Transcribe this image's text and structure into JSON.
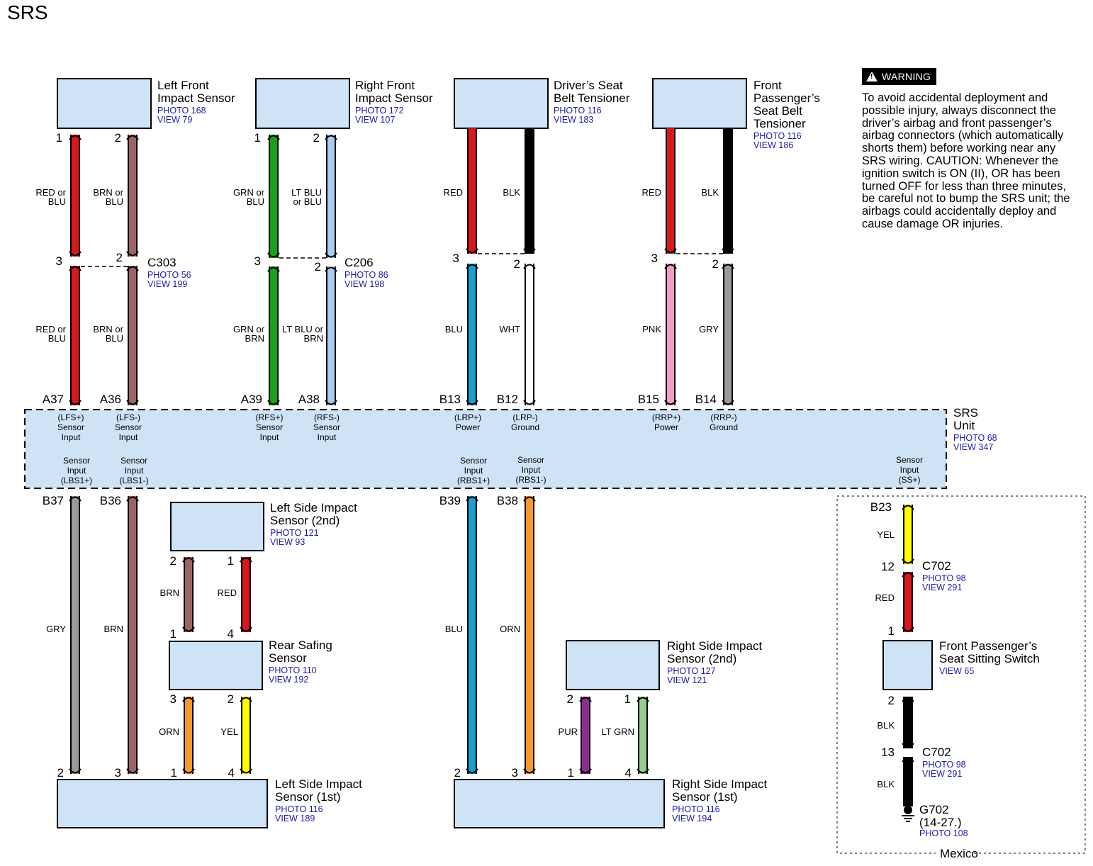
{
  "title": "SRS",
  "warning": {
    "badge": "WARNING",
    "text": "To avoid accidental deployment and possible injury, always disconnect the driver’s airbag and front passenger’s airbag connectors (which automatically shorts them) before working near any SRS wiring. CAUTION: Whenever the ignition switch is ON (II), OR has been turned OFF for less than three minutes, be careful not to bump the SRS unit; the airbags could accidentally deploy and cause damage OR injuries."
  },
  "colors": {
    "box_fill": "#cfe3f6",
    "ref_text": "#1a1aa8",
    "RED": "#d7191c",
    "BRN": "#9c6464",
    "GRN": "#19a019",
    "LT_BLU": "#a8cdf0",
    "BLK": "#000000",
    "BLU": "#1e9fcf",
    "WHT": "#ffffff",
    "PNK": "#f49ac8",
    "GRY": "#9a9a9a",
    "ORN": "#f7982e",
    "YEL": "#ffff00",
    "PUR": "#8b2c91",
    "LT_GRN": "#93cf93"
  },
  "components": [
    {
      "id": "lf",
      "name": [
        "Left Front",
        "Impact Sensor"
      ],
      "photo": "PHOTO 168",
      "view": "VIEW 79"
    },
    {
      "id": "rf",
      "name": [
        "Right Front",
        "Impact Sensor"
      ],
      "photo": "PHOTO 172",
      "view": "VIEW 107"
    },
    {
      "id": "dsbt",
      "name": [
        "Driver’s Seat",
        "Belt Tensioner"
      ],
      "photo": "PHOTO 116",
      "view": "VIEW 183"
    },
    {
      "id": "fpsbt",
      "name": [
        "Front",
        "Passenger’s",
        "Seat Belt",
        "Tensioner"
      ],
      "photo": "PHOTO 116",
      "view": "VIEW 186"
    },
    {
      "id": "srs",
      "name": [
        "SRS",
        "Unit"
      ],
      "photo": "PHOTO 68",
      "view": "VIEW 347"
    },
    {
      "id": "ls2",
      "name": [
        "Left Side Impact",
        "Sensor (2nd)"
      ],
      "photo": "PHOTO 121",
      "view": "VIEW 93"
    },
    {
      "id": "rss",
      "name": [
        "Rear Safing",
        "Sensor"
      ],
      "photo": "PHOTO 110",
      "view": "VIEW 192"
    },
    {
      "id": "ls1",
      "name": [
        "Left Side Impact",
        "Sensor (1st)"
      ],
      "photo": "PHOTO 116",
      "view": "VIEW 189"
    },
    {
      "id": "rs2",
      "name": [
        "Right Side Impact",
        "Sensor (2nd)"
      ],
      "photo": "PHOTO 127",
      "view": "VIEW 121"
    },
    {
      "id": "rs1",
      "name": [
        "Right Side Impact",
        "Sensor (1st)"
      ],
      "photo": "PHOTO 116",
      "view": "VIEW 194"
    },
    {
      "id": "fpss",
      "name": [
        "Front Passenger’s",
        "Seat Sitting Switch"
      ],
      "photo": "",
      "view": "VIEW 65"
    }
  ],
  "connectors": [
    {
      "id": "c303",
      "name": "C303",
      "photo": "PHOTO 56",
      "view": "VIEW 199"
    },
    {
      "id": "c206",
      "name": "C206",
      "photo": "PHOTO 86",
      "view": "VIEW 198"
    },
    {
      "id": "c702a",
      "name": "C702",
      "photo": "PHOTO 98",
      "view": "VIEW 291"
    },
    {
      "id": "c702b",
      "name": "C702",
      "photo": "PHOTO 98",
      "view": "VIEW 291"
    }
  ],
  "ground": {
    "name": "G702",
    "ref": "(14-27.)",
    "photo": "PHOTO 108"
  },
  "region_label": "Mexico",
  "srs_pins_top": [
    {
      "pin": "A37",
      "label": [
        "(LFS+)",
        "Sensor",
        "Input"
      ]
    },
    {
      "pin": "A36",
      "label": [
        "(LFS-)",
        "Sensor",
        "Input"
      ]
    },
    {
      "pin": "A39",
      "label": [
        "(RFS+)",
        "Sensor",
        "Input"
      ]
    },
    {
      "pin": "A38",
      "label": [
        "(RFS-)",
        "Sensor",
        "Input"
      ]
    },
    {
      "pin": "B13",
      "label": [
        "(LRP+)",
        "Power"
      ]
    },
    {
      "pin": "B12",
      "label": [
        "(LRP-)",
        "Ground"
      ]
    },
    {
      "pin": "B15",
      "label": [
        "(RRP+)",
        "Power"
      ]
    },
    {
      "pin": "B14",
      "label": [
        "(RRP-)",
        "Ground"
      ]
    }
  ],
  "srs_pins_bottom": [
    {
      "pin": "B37",
      "label": [
        "Sensor",
        "Input",
        "(LBS1+)"
      ]
    },
    {
      "pin": "B36",
      "label": [
        "Sensor",
        "Input",
        "(LBS1-)"
      ]
    },
    {
      "pin": "B39",
      "label": [
        "Sensor",
        "Input",
        "(RBS1+)"
      ]
    },
    {
      "pin": "B38",
      "label": [
        "Sensor",
        "Input",
        "(RBS1-)"
      ]
    },
    {
      "pin": "B23",
      "label": [
        "Sensor",
        "Input",
        "(SS+)"
      ]
    }
  ],
  "wire_labels": {
    "lf_upper": [
      [
        "RED or",
        "BLU"
      ],
      [
        "BRN or",
        "BLU"
      ]
    ],
    "lf_lower": [
      [
        "RED or",
        "BLU"
      ],
      [
        "BRN or",
        "BLU"
      ]
    ],
    "rf_upper": [
      [
        "GRN or",
        "BLU"
      ],
      [
        "LT BLU",
        "or BLU"
      ]
    ],
    "rf_lower": [
      [
        "GRN or",
        "BRN"
      ],
      [
        "LT BLU or",
        "BRN"
      ]
    ],
    "dsbt_upper": [
      "RED",
      "BLK"
    ],
    "dsbt_lower": [
      "BLU",
      "WHT"
    ],
    "fpsbt_upper": [
      "RED",
      "BLK"
    ],
    "fpsbt_lower": [
      "PNK",
      "GRY"
    ],
    "b37": "GRY",
    "b36": "BRN",
    "ls2": [
      "BRN",
      "RED"
    ],
    "rss": [
      "ORN",
      "YEL"
    ],
    "b39": "BLU",
    "b38": "ORN",
    "rs2": [
      "PUR",
      "LT GRN"
    ],
    "b23": "YEL",
    "c702_red": "RED",
    "ss_blk1": "BLK",
    "ss_blk2": "BLK"
  },
  "pin_numbers": {
    "lf": [
      "1",
      "2"
    ],
    "c303": [
      "3",
      "2"
    ],
    "rf": [
      "1",
      "2"
    ],
    "c206": [
      "3",
      "2"
    ],
    "dsbt_c": [
      "3",
      "2"
    ],
    "fpsbt_c": [
      "3",
      "2"
    ],
    "ls2": [
      "2",
      "1"
    ],
    "rss_top": [
      "1",
      "4"
    ],
    "rss_bot": [
      "3",
      "2"
    ],
    "ls1": [
      "2",
      "3",
      "1",
      "4"
    ],
    "rs2": [
      "2",
      "1"
    ],
    "rs1": [
      "2",
      "3",
      "1",
      "4"
    ],
    "c702a": [
      "12",
      "1"
    ],
    "fpss": [
      "2"
    ],
    "c702b": [
      "13"
    ]
  }
}
